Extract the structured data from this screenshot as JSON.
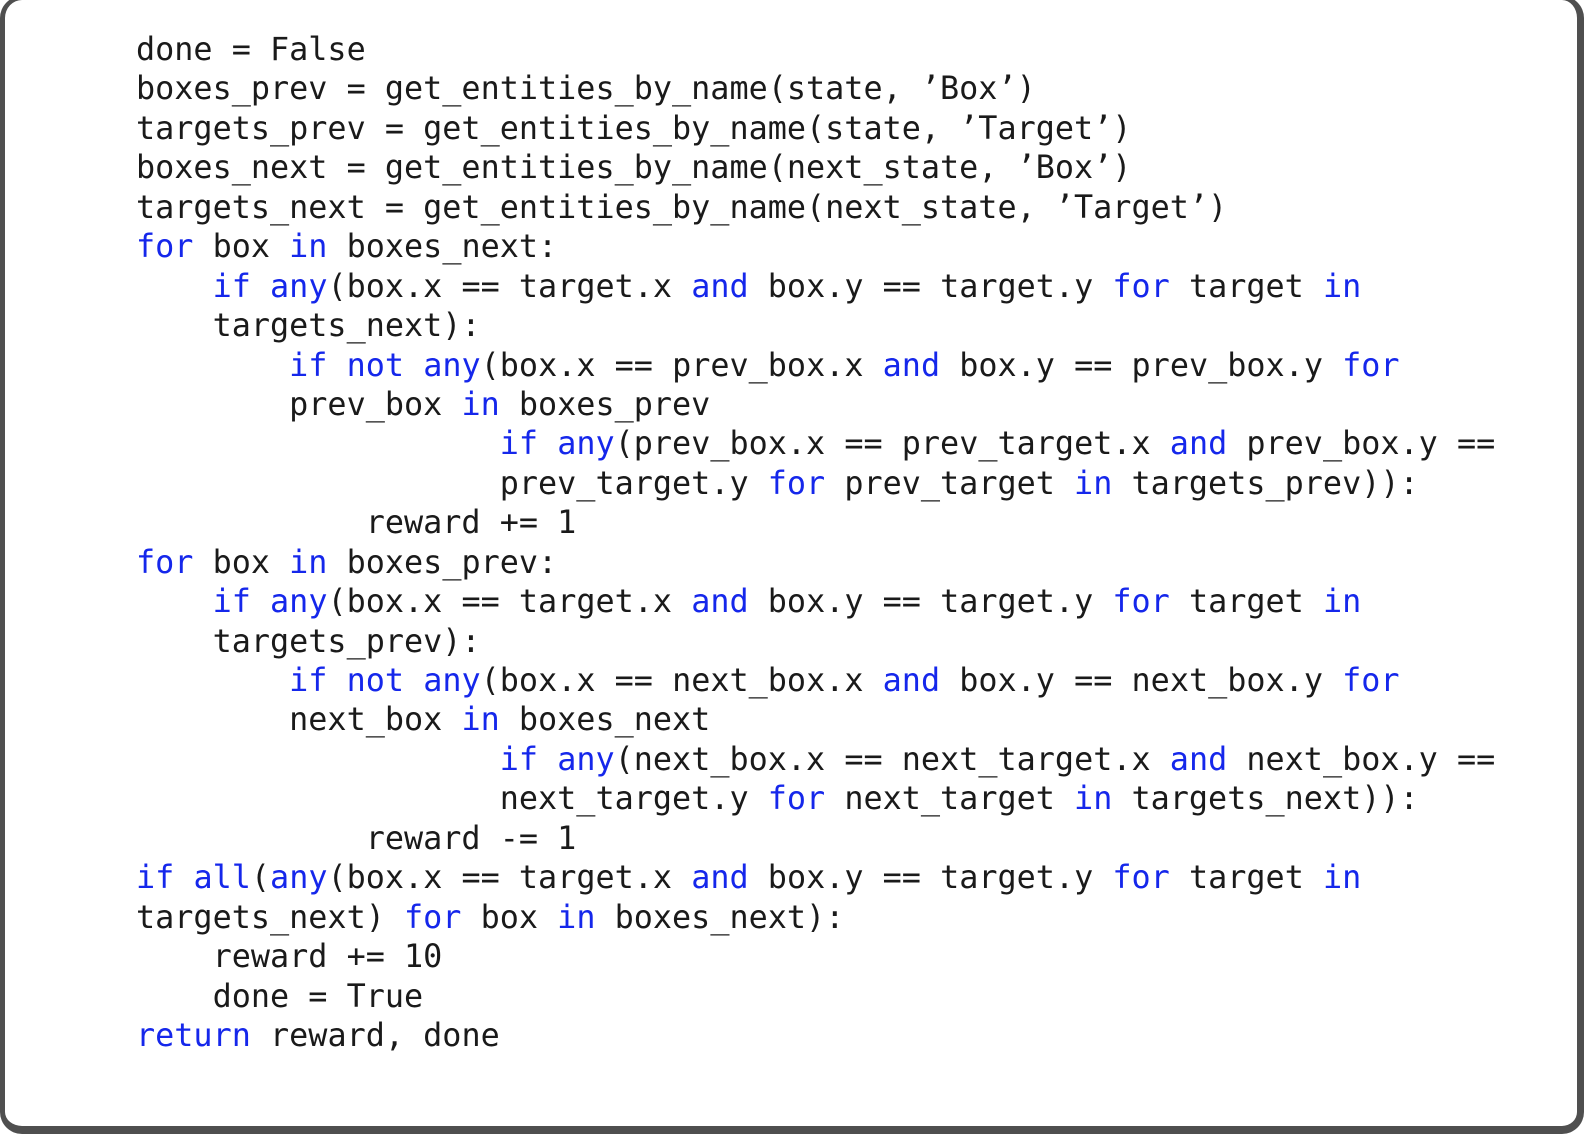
{
  "frame": {
    "border_color": "#4f4f4f",
    "background_color": "#ffffff"
  },
  "code": {
    "language": "python",
    "colors": {
      "keyword": "#1527eb",
      "text": "#1a1a1a"
    },
    "lines": [
      {
        "segments": [
          {
            "text": "done = False"
          }
        ]
      },
      {
        "segments": [
          {
            "text": "boxes_prev = get_entities_by_name(state, ’Box’)"
          }
        ]
      },
      {
        "segments": [
          {
            "text": "targets_prev = get_entities_by_name(state, ’Target’)"
          }
        ]
      },
      {
        "segments": [
          {
            "text": "boxes_next = get_entities_by_name(next_state, ’Box’)"
          }
        ]
      },
      {
        "segments": [
          {
            "text": "targets_next = get_entities_by_name(next_state, ’Target’)"
          }
        ]
      },
      {
        "segments": [
          {
            "text": "for",
            "keyword": true
          },
          {
            "text": " box "
          },
          {
            "text": "in",
            "keyword": true
          },
          {
            "text": " boxes_next:"
          }
        ]
      },
      {
        "segments": [
          {
            "text": "    "
          },
          {
            "text": "if",
            "keyword": true
          },
          {
            "text": " "
          },
          {
            "text": "any",
            "keyword": true
          },
          {
            "text": "(box.x == target.x "
          },
          {
            "text": "and",
            "keyword": true
          },
          {
            "text": " box.y == target.y "
          },
          {
            "text": "for",
            "keyword": true
          },
          {
            "text": " target "
          },
          {
            "text": "in",
            "keyword": true
          }
        ]
      },
      {
        "segments": [
          {
            "text": "    targets_next):"
          }
        ]
      },
      {
        "segments": [
          {
            "text": "        "
          },
          {
            "text": "if",
            "keyword": true
          },
          {
            "text": " "
          },
          {
            "text": "not",
            "keyword": true
          },
          {
            "text": " "
          },
          {
            "text": "any",
            "keyword": true
          },
          {
            "text": "(box.x == prev_box.x "
          },
          {
            "text": "and",
            "keyword": true
          },
          {
            "text": " box.y == prev_box.y "
          },
          {
            "text": "for",
            "keyword": true
          }
        ]
      },
      {
        "segments": [
          {
            "text": "        prev_box "
          },
          {
            "text": "in",
            "keyword": true
          },
          {
            "text": " boxes_prev"
          }
        ]
      },
      {
        "segments": [
          {
            "text": "                   "
          },
          {
            "text": "if",
            "keyword": true
          },
          {
            "text": " "
          },
          {
            "text": "any",
            "keyword": true
          },
          {
            "text": "(prev_box.x == prev_target.x "
          },
          {
            "text": "and",
            "keyword": true
          },
          {
            "text": " prev_box.y =="
          }
        ]
      },
      {
        "segments": [
          {
            "text": "                   prev_target.y "
          },
          {
            "text": "for",
            "keyword": true
          },
          {
            "text": " prev_target "
          },
          {
            "text": "in",
            "keyword": true
          },
          {
            "text": " targets_prev)):"
          }
        ]
      },
      {
        "segments": [
          {
            "text": "            reward += 1"
          }
        ]
      },
      {
        "segments": [
          {
            "text": "for",
            "keyword": true
          },
          {
            "text": " box "
          },
          {
            "text": "in",
            "keyword": true
          },
          {
            "text": " boxes_prev:"
          }
        ]
      },
      {
        "segments": [
          {
            "text": "    "
          },
          {
            "text": "if",
            "keyword": true
          },
          {
            "text": " "
          },
          {
            "text": "any",
            "keyword": true
          },
          {
            "text": "(box.x == target.x "
          },
          {
            "text": "and",
            "keyword": true
          },
          {
            "text": " box.y == target.y "
          },
          {
            "text": "for",
            "keyword": true
          },
          {
            "text": " target "
          },
          {
            "text": "in",
            "keyword": true
          }
        ]
      },
      {
        "segments": [
          {
            "text": "    targets_prev):"
          }
        ]
      },
      {
        "segments": [
          {
            "text": "        "
          },
          {
            "text": "if",
            "keyword": true
          },
          {
            "text": " "
          },
          {
            "text": "not",
            "keyword": true
          },
          {
            "text": " "
          },
          {
            "text": "any",
            "keyword": true
          },
          {
            "text": "(box.x == next_box.x "
          },
          {
            "text": "and",
            "keyword": true
          },
          {
            "text": " box.y == next_box.y "
          },
          {
            "text": "for",
            "keyword": true
          }
        ]
      },
      {
        "segments": [
          {
            "text": "        next_box "
          },
          {
            "text": "in",
            "keyword": true
          },
          {
            "text": " boxes_next"
          }
        ]
      },
      {
        "segments": [
          {
            "text": "                   "
          },
          {
            "text": "if",
            "keyword": true
          },
          {
            "text": " "
          },
          {
            "text": "any",
            "keyword": true
          },
          {
            "text": "(next_box.x == next_target.x "
          },
          {
            "text": "and",
            "keyword": true
          },
          {
            "text": " next_box.y =="
          }
        ]
      },
      {
        "segments": [
          {
            "text": "                   next_target.y "
          },
          {
            "text": "for",
            "keyword": true
          },
          {
            "text": " next_target "
          },
          {
            "text": "in",
            "keyword": true
          },
          {
            "text": " targets_next)):"
          }
        ]
      },
      {
        "segments": [
          {
            "text": "            reward -= 1"
          }
        ]
      },
      {
        "segments": [
          {
            "text": "if",
            "keyword": true
          },
          {
            "text": " "
          },
          {
            "text": "all",
            "keyword": true
          },
          {
            "text": "("
          },
          {
            "text": "any",
            "keyword": true
          },
          {
            "text": "(box.x == target.x "
          },
          {
            "text": "and",
            "keyword": true
          },
          {
            "text": " box.y == target.y "
          },
          {
            "text": "for",
            "keyword": true
          },
          {
            "text": " target "
          },
          {
            "text": "in",
            "keyword": true
          }
        ]
      },
      {
        "segments": [
          {
            "text": "targets_next) "
          },
          {
            "text": "for",
            "keyword": true
          },
          {
            "text": " box "
          },
          {
            "text": "in",
            "keyword": true
          },
          {
            "text": " boxes_next):"
          }
        ]
      },
      {
        "segments": [
          {
            "text": "    reward += 10"
          }
        ]
      },
      {
        "segments": [
          {
            "text": "    done = True"
          }
        ]
      },
      {
        "segments": [
          {
            "text": "return",
            "keyword": true
          },
          {
            "text": " reward, done"
          }
        ]
      }
    ]
  }
}
